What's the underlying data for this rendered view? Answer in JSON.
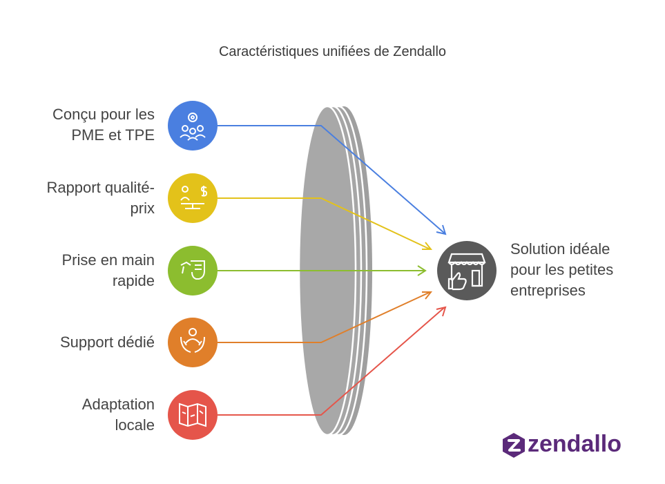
{
  "title": "Caractéristiques unifiées de Zendallo",
  "inputs": [
    {
      "lines": [
        "Conçu pour les",
        "PME et TPE"
      ],
      "icon": "people-gear-icon",
      "color": "#4a7fe0"
    },
    {
      "lines": [
        "Rapport qualité-",
        "prix"
      ],
      "icon": "balance-scale-icon",
      "color": "#e3c21a"
    },
    {
      "lines": [
        "Prise en main",
        "rapide"
      ],
      "icon": "hand-grab-icon",
      "color": "#8cbd2f"
    },
    {
      "lines": [
        "Support dédié"
      ],
      "icon": "support-hands-icon",
      "color": "#e07f2a"
    },
    {
      "lines": [
        "Adaptation",
        "locale"
      ],
      "icon": "map-icon",
      "color": "#e5554a"
    }
  ],
  "output": {
    "lines": [
      "Solution idéale",
      "pour les petites",
      "entreprises"
    ],
    "icon": "storefront-thumbs-up-icon",
    "color": "#5a5a5a"
  },
  "lens_color": "#a0a0a0",
  "logo": {
    "text": "zendallo",
    "color": "#5b2a7a"
  }
}
